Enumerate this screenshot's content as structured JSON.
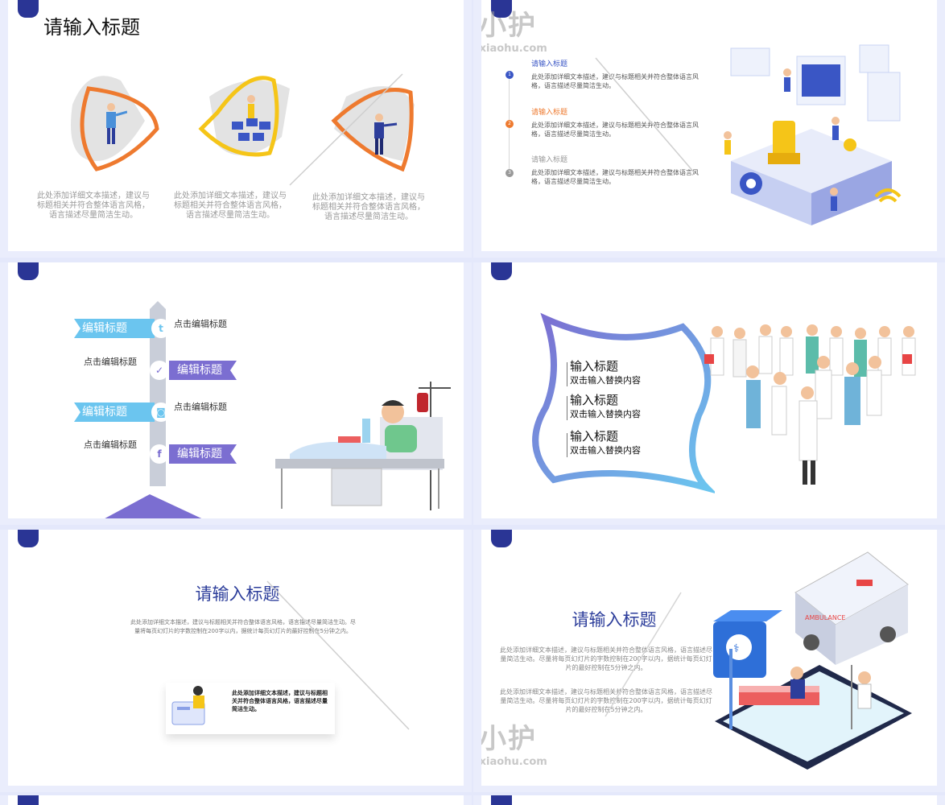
{
  "slide1": {
    "title": "请输入标题",
    "descs": [
      "此处添加详细文本描述，建议与标题相关并符合整体语言风格，语言描述尽量简洁生动。",
      "此处添加详细文本描述，建议与标题相关并符合整体语言风格，语言描述尽量简洁生动。",
      "此处添加详细文本描述，建议与标题相关并符合整体语言风格，语言描述尽量简洁生动。"
    ]
  },
  "slide2": {
    "items": [
      {
        "num": "1",
        "title": "请输入标题",
        "text": "此处添加详细文本描述，建议与标题相关并符合整体语言风格，语言描述尽量简洁生动。",
        "color": "#3a56c5"
      },
      {
        "num": "2",
        "title": "请输入标题",
        "text": "此处添加详细文本描述，建议与标题相关并符合整体语言风格，语言描述尽量简洁生动。",
        "color": "#ee7a2f"
      },
      {
        "num": "3",
        "title": "请输入标题",
        "text": "此处添加详细文本描述，建议与标题相关并符合整体语言风格，语言描述尽量简洁生动。",
        "color": "#999999"
      }
    ]
  },
  "slide3": {
    "tags": [
      "编辑标题",
      "编辑标题",
      "编辑标题",
      "编辑标题"
    ],
    "clicks": [
      "点击编辑标题",
      "点击编辑标题",
      "点击编辑标题",
      "点击编辑标题"
    ]
  },
  "slide4": {
    "items": [
      {
        "title": "输入标题",
        "sub": "双击输入替换内容"
      },
      {
        "title": "输入标题",
        "sub": "双击输入替换内容"
      },
      {
        "title": "输入标题",
        "sub": "双击输入替换内容"
      }
    ]
  },
  "slide5": {
    "title": "请输入标题",
    "text": "此处添加详细文本描述，建议与标题相关并符合整体语言风格，语言描述尽量简洁生动。尽量将每页幻灯片的字数控制在200字以内，据统计每页幻灯片的最好控制在5分钟之内。",
    "note": "此处添加详细文本描述，建议与标题相关并符合整体语言风格，语言描述尽量简洁生动。"
  },
  "slide6": {
    "title": "请输入标题",
    "p1": "此处添加详细文本描述，建议与标题相关并符合整体语言风格，语言描述尽量简洁生动。尽量将每页幻灯片的字数控制在200字以内，据统计每页幻灯片的最好控制在5分钟之内。",
    "p2": "此处添加详细文本描述，建议与标题相关并符合整体语言风格，语言描述尽量简洁生动。尽量将每页幻灯片的字数控制在200字以内，据统计每页幻灯片的最好控制在5分钟之内。",
    "ambulance": "AMBULANCE"
  },
  "watermark": {
    "cn": "帮小护",
    "en": "bangxiaohu.com"
  },
  "colors": {
    "accent": "#2a3595",
    "purple": "#7b6ed1",
    "sky": "#6bc5ef",
    "orange": "#ee7a2f",
    "yellow": "#f5c518"
  }
}
